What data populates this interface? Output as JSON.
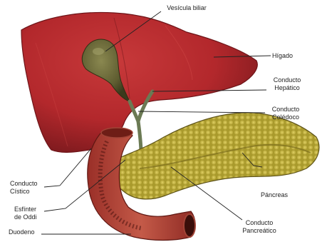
{
  "figure": {
    "labels": {
      "vesicula_biliar": "Vesícula biliar",
      "higado": "Hígado",
      "conducto_hepatico": [
        "Conducto",
        "Hepático"
      ],
      "conducto_coledoco": [
        "Conducto",
        "Colédoco"
      ],
      "pancreas": "Páncreas",
      "conducto_pancreatico": [
        "Conducto",
        "Pancreático"
      ],
      "conducto_cistico": [
        "Conducto",
        "Cístico"
      ],
      "esfinter_oddi": [
        "Esfínter",
        "de Oddi"
      ],
      "duodeno": "Duodeno"
    },
    "colors": {
      "liver": "#b3282c",
      "liver_dark": "#7e1a1e",
      "gallbladder": "#6b6a3a",
      "duct": "#6b7a54",
      "pancreas": "#b2a234",
      "pancreas_dark": "#7d6f1c",
      "duodenum": "#b8453a",
      "leader_line": "#222222"
    }
  }
}
